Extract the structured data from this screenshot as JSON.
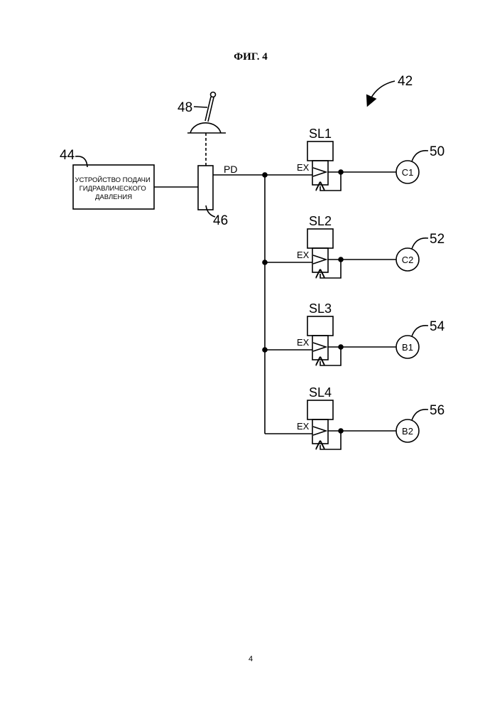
{
  "figure_title": "ФИГ. 4",
  "page_number": "4",
  "system_ref": "42",
  "supply": {
    "ref": "44",
    "lines": [
      "УСТРОЙСТВО ПОДАЧИ",
      "ГИДРАВЛИЧЕСКОГО",
      "ДАВЛЕНИЯ"
    ]
  },
  "manual_valve_ref": "46",
  "lever_ref": "48",
  "line_label": "PD",
  "valves": [
    {
      "name": "SL1",
      "exhaust": "EX",
      "target": "C1",
      "ref": "50"
    },
    {
      "name": "SL2",
      "exhaust": "EX",
      "target": "C2",
      "ref": "52"
    },
    {
      "name": "SL3",
      "exhaust": "EX",
      "target": "B1",
      "ref": "54"
    },
    {
      "name": "SL4",
      "exhaust": "EX",
      "target": "B2",
      "ref": "56"
    }
  ]
}
